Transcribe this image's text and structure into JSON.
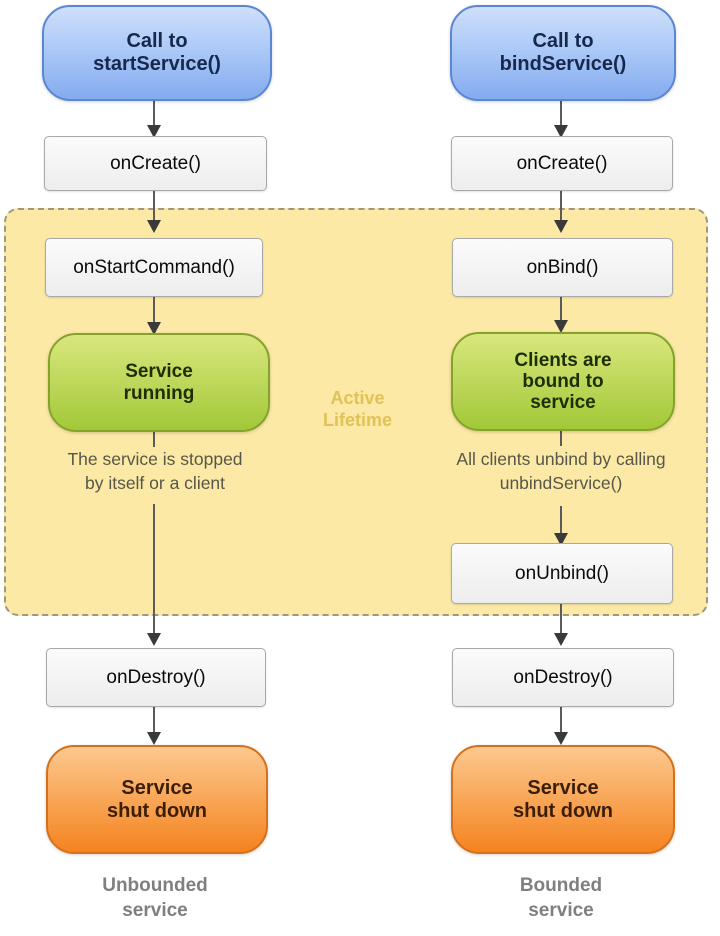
{
  "left_column": {
    "start_call": {
      "line1": "Call to",
      "line2": "startService()"
    },
    "on_create": "onCreate()",
    "on_start_command": "onStartCommand()",
    "running": {
      "line1": "Service",
      "line2": "running"
    },
    "stop_description": {
      "line1": "The service is stopped",
      "line2": "by itself or a client"
    },
    "on_destroy": "onDestroy()",
    "shutdown": {
      "line1": "Service",
      "line2": "shut down"
    },
    "caption": {
      "line1": "Unbounded",
      "line2": "service"
    }
  },
  "right_column": {
    "start_call": {
      "line1": "Call to",
      "line2": "bindService()"
    },
    "on_create": "onCreate()",
    "on_bind": "onBind()",
    "bound": {
      "line1": "Clients are",
      "line2": "bound to",
      "line3": "service"
    },
    "unbind_description": {
      "line1": "All clients unbind by calling",
      "line2": "unbindService()"
    },
    "on_unbind": "onUnbind()",
    "on_destroy": "onDestroy()",
    "shutdown": {
      "line1": "Service",
      "line2": "shut down"
    },
    "caption": {
      "line1": "Bounded",
      "line2": "service"
    }
  },
  "active_lifetime_label": {
    "line1": "Active",
    "line2": "Lifetime"
  },
  "colors": {
    "start_node_fill_top": "#cfdffa",
    "start_node_fill_bottom": "#84abef",
    "start_node_border": "#5b86d2",
    "callback_fill": "#ededed",
    "callback_border": "#a8a8a8",
    "active_fill": "#fce9a5",
    "active_border": "#9e9783",
    "active_label_color": "#dfc258",
    "running_fill_top": "#d9e77d",
    "running_fill_bottom": "#a2c838",
    "running_border": "#85a32b",
    "shutdown_fill_top": "#fcc98f",
    "shutdown_fill_bottom": "#f5831f",
    "shutdown_border": "#d4711c"
  }
}
